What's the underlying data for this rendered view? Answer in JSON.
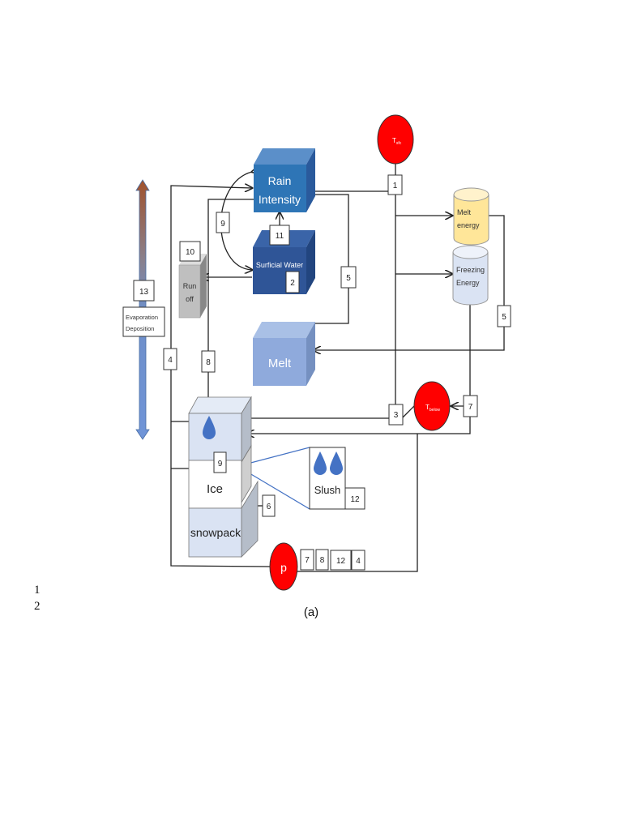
{
  "diagram": {
    "nodes": {
      "t_sfc": {
        "main": "T",
        "sub": "sfc"
      },
      "t_below": {
        "main": "T",
        "sub": "below"
      },
      "p": "p",
      "rain_intensity": [
        "Rain",
        "Intensity"
      ],
      "surficial_water": "Surficial Water",
      "runoff": [
        "Run",
        "off"
      ],
      "melt": "Melt",
      "melt_energy": [
        "Melt",
        "energy"
      ],
      "freezing_energy": [
        "Freezing",
        "Energy"
      ],
      "evaporation": [
        "Evaporation",
        "Deposition"
      ],
      "ice": "Ice",
      "snowpack": "snowpack",
      "slush": "Slush"
    },
    "labels": {
      "l1": "1",
      "l2": "2",
      "l3": "3",
      "l4": "4",
      "l5a": "5",
      "l5b": "5",
      "l6": "6",
      "l7": "7",
      "l8": "8",
      "l9a": "9",
      "l9b": "9",
      "l10": "10",
      "l11": "11",
      "l12": "12",
      "l13": "13",
      "p_row": [
        "7",
        "8",
        "12",
        "4"
      ]
    },
    "caption": "(a)",
    "colors": {
      "red": "#FF0000",
      "rain": "#2E75B6",
      "surficial": "#2F5597",
      "melt": "#8FAADC",
      "ice_light": "#DAE3F3",
      "melt_energy": "#FFE699",
      "runoff": "#BFBFBF"
    }
  },
  "line_numbers": [
    "1",
    "2"
  ]
}
